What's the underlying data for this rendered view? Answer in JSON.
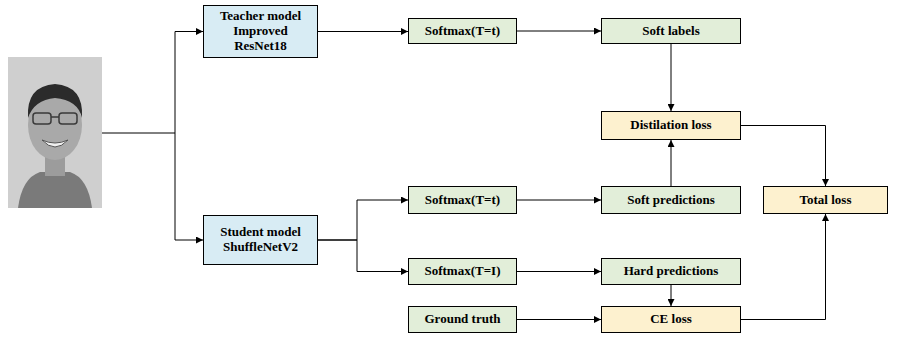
{
  "diagram": {
    "nodes": [
      {
        "text": [
          "Teacher model Improved ResNet18"
        ]
      },
      {
        "text": [
          "Softmax(T=t)"
        ]
      },
      {
        "text": [
          "Soft labels"
        ]
      },
      {
        "text": [
          "Distilation loss"
        ]
      },
      {
        "text": [
          "Student model ShuffleNetV2"
        ]
      },
      {
        "text": [
          "Softmax(T=t)"
        ]
      },
      {
        "text": [
          "Soft predictions"
        ]
      },
      {
        "text": [
          "Total loss"
        ]
      },
      {
        "text": [
          "Softmax(T=I)"
        ]
      },
      {
        "text": [
          "Hard predictions"
        ]
      },
      {
        "text": [
          "Ground truth"
        ]
      },
      {
        "text": [
          "CE loss"
        ]
      }
    ],
    "edges": [
      {
        "from": 0,
        "to": 1,
        "arrow": "to"
      },
      {
        "from": 1,
        "to": 2,
        "arrow": "to"
      },
      {
        "from": 2,
        "to": 3,
        "arrow": "to"
      },
      {
        "from": 6,
        "to": 3,
        "arrow": "to"
      },
      {
        "from": 4,
        "to": 5,
        "arrow": "to"
      },
      {
        "from": 4,
        "to": 8,
        "arrow": "to"
      },
      {
        "from": 5,
        "to": 6,
        "arrow": "to"
      },
      {
        "from": 8,
        "to": 9,
        "arrow": "to"
      },
      {
        "from": 9,
        "to": 11,
        "arrow": "to"
      },
      {
        "from": 10,
        "to": 11,
        "arrow": "to"
      },
      {
        "from": 3,
        "to": 7,
        "arrow": "to"
      },
      {
        "from": 11,
        "to": 7,
        "arrow": "to"
      }
    ]
  }
}
